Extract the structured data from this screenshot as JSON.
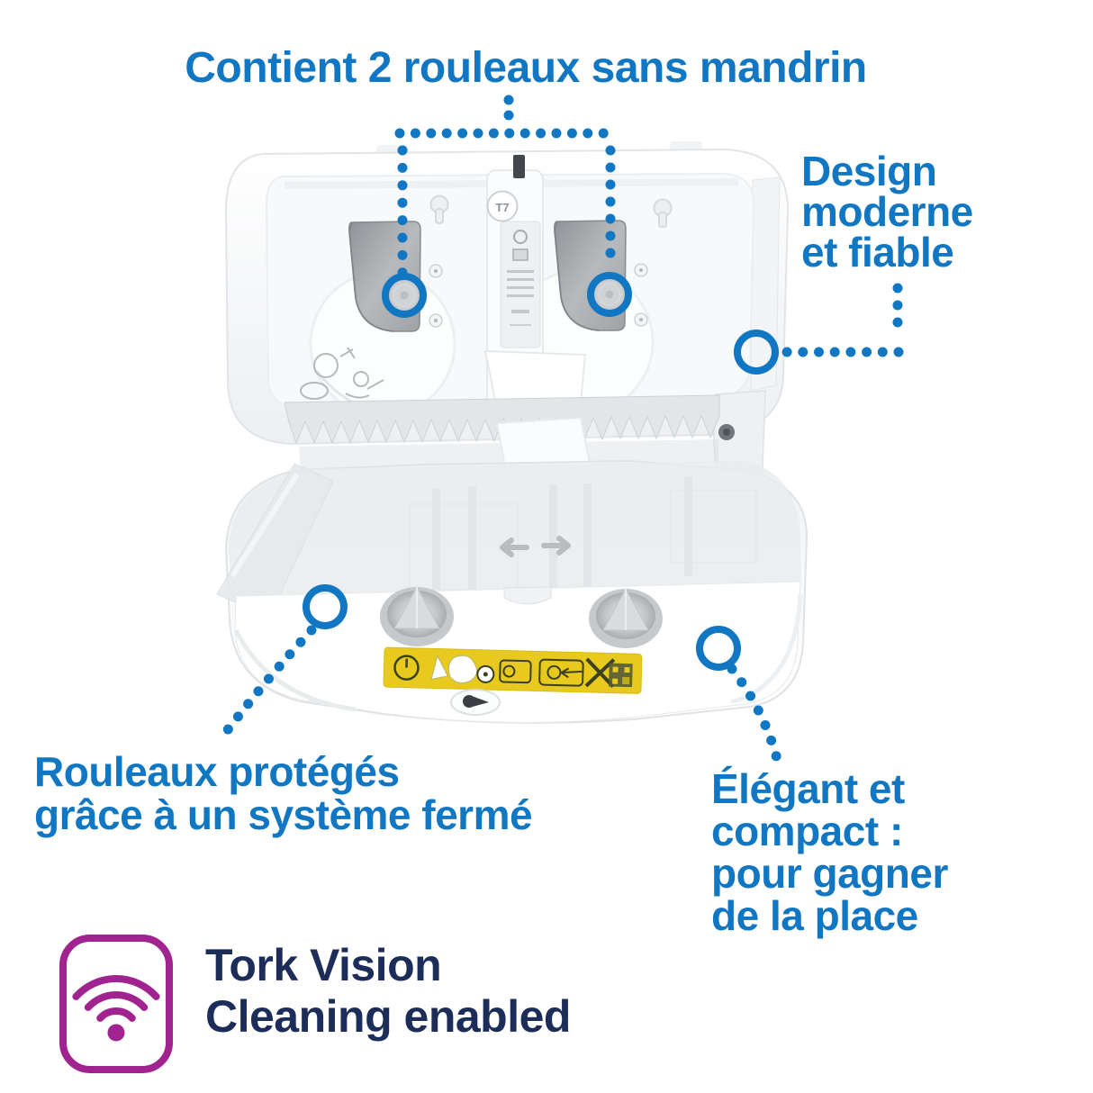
{
  "colors": {
    "annotation_blue": "#1177c3",
    "brand_navy": "#1d2d5a",
    "vision_purple": "#a0238f",
    "label_yellow": "#e7ca1d"
  },
  "annotations": {
    "capacity": {
      "text": "Contient 2 rouleaux sans mandrin"
    },
    "design": {
      "lines": [
        "Design",
        "moderne",
        "et fiable"
      ]
    },
    "protection": {
      "lines": [
        "Rouleaux protégés",
        "grâce à un système fermé"
      ]
    },
    "compact": {
      "lines": [
        "Élégant et",
        "compact :",
        "pour gagner",
        "de la place"
      ]
    }
  },
  "product": {
    "model_badge": "T7"
  },
  "tork_vision": {
    "icon": "wifi-icon",
    "lines": [
      "Tork Vision",
      "Cleaning enabled"
    ]
  }
}
